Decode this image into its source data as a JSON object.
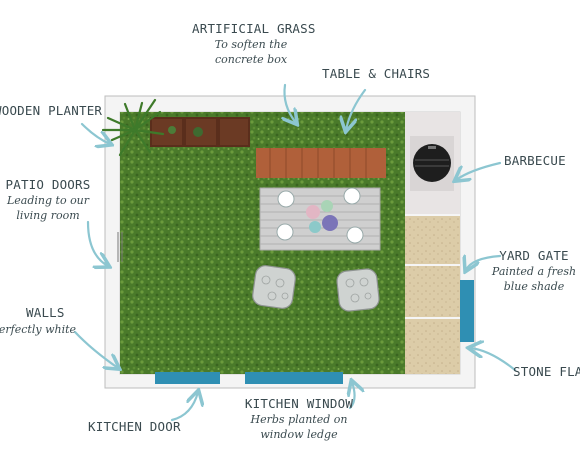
{
  "labels": {
    "artificial_grass": {
      "title": "ARTIFICIAL GRASS",
      "line1": "To soften the",
      "line2": "concrete box"
    },
    "table_chairs": {
      "title": "TABLE & CHAIRS"
    },
    "wooden_planter": {
      "title": "WOODEN PLANTER"
    },
    "barbecue": {
      "title": "BARBECUE"
    },
    "patio_doors": {
      "title": "PATIO DOORS",
      "line1": "Leading to our",
      "line2": "living room"
    },
    "yard_gate": {
      "title": "YARD GATE",
      "line1": "Painted a fresh",
      "line2": "blue shade"
    },
    "walls": {
      "title": "WALLS",
      "line1": "Perfectly white"
    },
    "stone_flags": {
      "title": "STONE FLAGS"
    },
    "kitchen_door": {
      "title": "KITCHEN DOOR"
    },
    "kitchen_window": {
      "title": "KITCHEN WINDOW",
      "line1": "Herbs planted on",
      "line2": "window ledge"
    }
  },
  "colors": {
    "grass": "#4a7a2a",
    "wall": "#f2f2f2",
    "planter": "#5a2e1c",
    "stone": "#d9c9a6",
    "gate_blue": "#2f8fb3",
    "arrow": "#8cc6d1",
    "text": "#3a4a4f"
  }
}
